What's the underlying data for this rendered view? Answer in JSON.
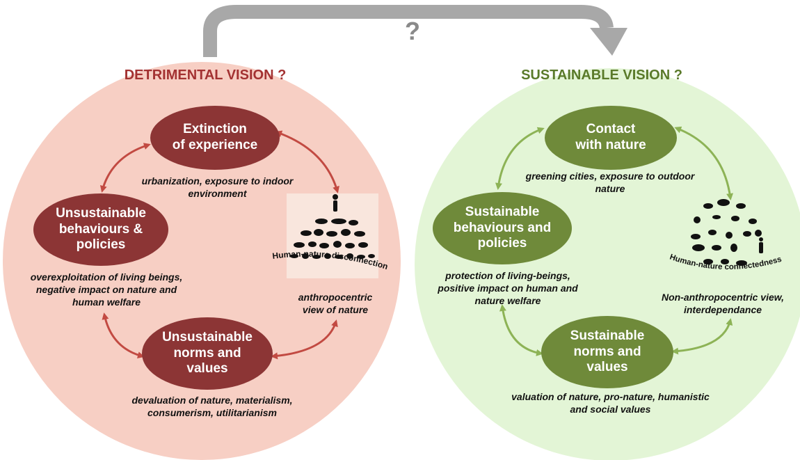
{
  "question_mark": "?",
  "left": {
    "title": "DETRIMENTAL VISION ?",
    "title_color": "#a33232",
    "bg_color": "#f7cfc4",
    "node_color": "#8c3535",
    "arrow_color": "#c24a42",
    "nodes": {
      "top": "Extinction\nof experience",
      "left": "Unsustainable\nbehaviours &\npolicies",
      "bottom": "Unsustainable\nnorms and\nvalues"
    },
    "captions": {
      "top": "urbanization, exposure to indoor\nenvironment",
      "left": "overexploitation of living beings,\nnegative impact on nature and\nhuman welfare",
      "right": "anthropocentric\nview of nature",
      "bottom": "devaluation of nature, materialism,\nconsumerism, utilitarianism"
    },
    "illustration_label": "Human-nature disconnection"
  },
  "right": {
    "title": "SUSTAINABLE VISION ?",
    "title_color": "#5a7a2a",
    "bg_color": "#e3f5d6",
    "node_color": "#6f8a3a",
    "arrow_color": "#8db356",
    "nodes": {
      "top": "Contact\nwith nature",
      "left": "Sustainable\nbehaviours and\npolicies",
      "bottom": "Sustainable\nnorms and\nvalues"
    },
    "captions": {
      "top": "greening cities, exposure to outdoor\nnature",
      "left": "protection of living-beings,\npositive impact on human and\nnature welfare",
      "right": "Non-anthropocentric view,\ninterdependance",
      "bottom": "valuation of nature, pro-nature, humanistic\nand social values"
    },
    "illustration_label": "Human-nature connectedness"
  }
}
